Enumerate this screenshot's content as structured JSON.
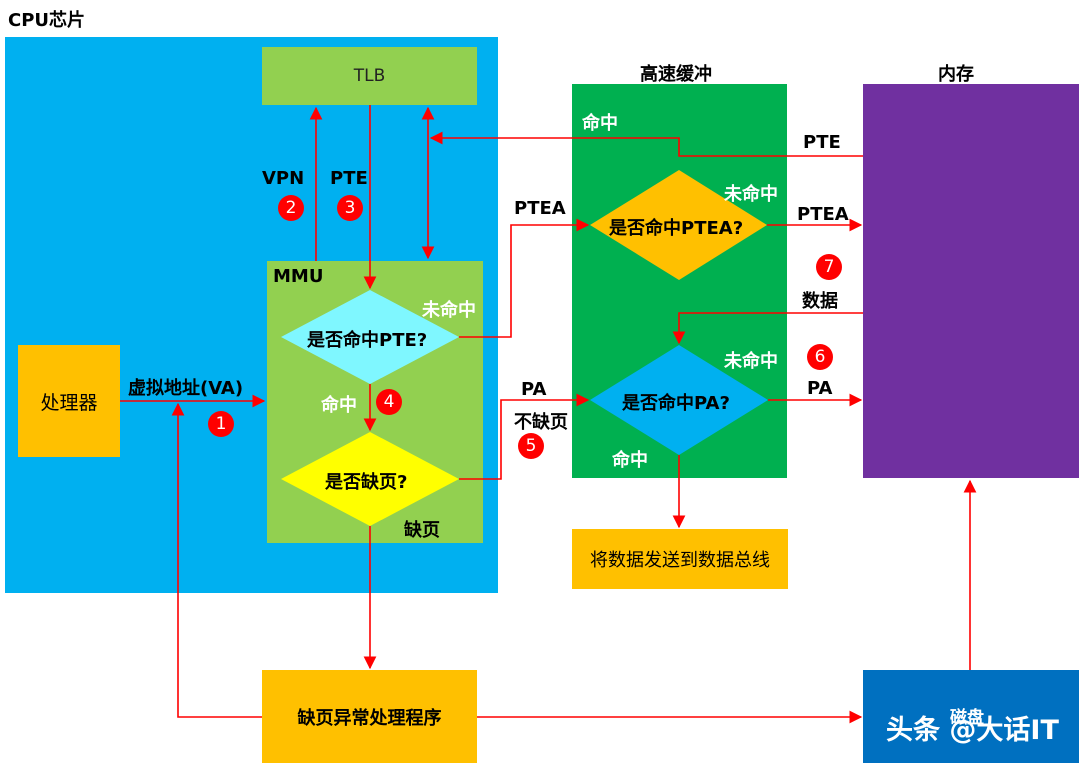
{
  "cpu_label": "CPU芯片",
  "cache_label": "高速缓冲",
  "memory_label": "内存",
  "tlb": "TLB",
  "mmu": "MMU",
  "processor": "处理器",
  "va_label": "虚拟地址(VA)",
  "vpn": "VPN",
  "pte_tlb": "PTE",
  "pte_decision": "是否命中PTE?",
  "pte_miss": "未命中",
  "pte_hit": "命中",
  "page_fault_decision": "是否缺页?",
  "page_fault_yes": "缺页",
  "ptea_left": "PTEA",
  "cache_hit_top": "命中",
  "ptea_decision": "是否命中PTEA?",
  "ptea_miss": "未命中",
  "pte_from_mem": "PTE",
  "ptea_right": "PTEA",
  "data_label": "数据",
  "pa_left": "PA",
  "no_fault": "不缺页",
  "pa_decision": "是否命中PA?",
  "pa_miss": "未命中",
  "pa_right": "PA",
  "pa_hit": "命中",
  "send_bus": "将数据发送到数据总线",
  "fault_handler": "缺页异常处理程序",
  "disk": "磁盘",
  "watermark": "头条 @大话IT",
  "steps": [
    "1",
    "2",
    "3",
    "4",
    "5",
    "6",
    "7"
  ],
  "colors": {
    "cpu": "#00b0f0",
    "tlb": "#92d050",
    "mmu": "#92d050",
    "processor": "#ffc000",
    "pte_diamond": "#7ff7ff",
    "fault_diamond": "#ffff00",
    "cache": "#00b050",
    "ptea_diamond": "#ffc000",
    "pa_diamond": "#00b0f0",
    "memory": "#7030a0",
    "bus_box": "#ffc000",
    "handler": "#ffc000",
    "disk": "#0070c0",
    "arrow": "#ff0000"
  }
}
